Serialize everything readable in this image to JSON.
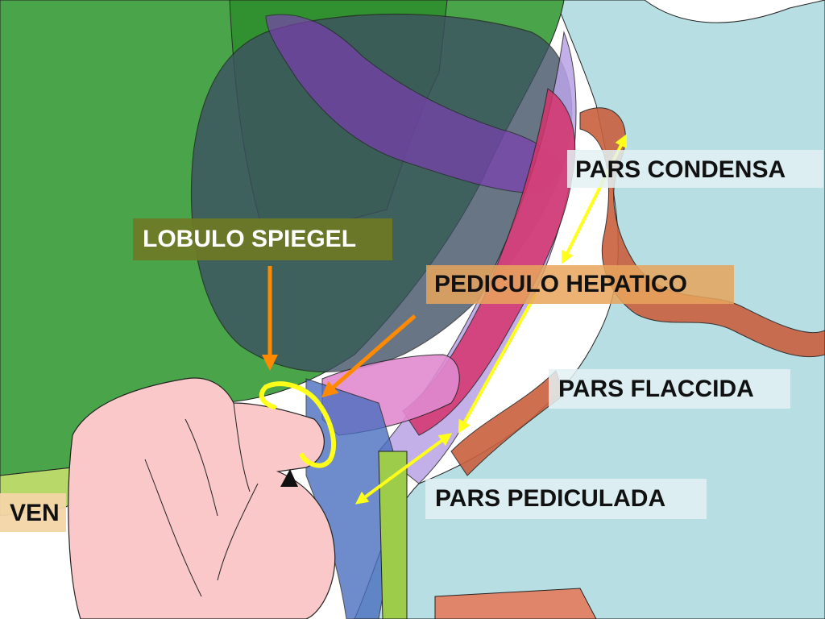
{
  "labels": {
    "pars_condensa": "PARS CONDENSA",
    "lobulo_spiegel": "LOBULO SPIEGEL",
    "pediculo_hepatico": "PEDICULO HEPATICO",
    "pars_flaccida": "PARS FLACCIDA",
    "pars_pediculada": "PARS PEDICULADA",
    "ven": "VEN"
  },
  "colors": {
    "liver_green": "#4aa54a",
    "dark_green": "#2f8f2f",
    "stomach_blue": "#b7dfe3",
    "purple": "#7a3fb0",
    "pink_red": "#d6336c",
    "finger_pink": "#fac8c8",
    "omentum_brown": "#c9603e",
    "arrow_yellow": "#ffff1a",
    "arrow_orange": "#ff8a00",
    "label_light": "#e3f1f3",
    "label_olive": "#6e7a25",
    "label_orange": "#e8a55c",
    "label_tan": "#f3d6a6"
  }
}
